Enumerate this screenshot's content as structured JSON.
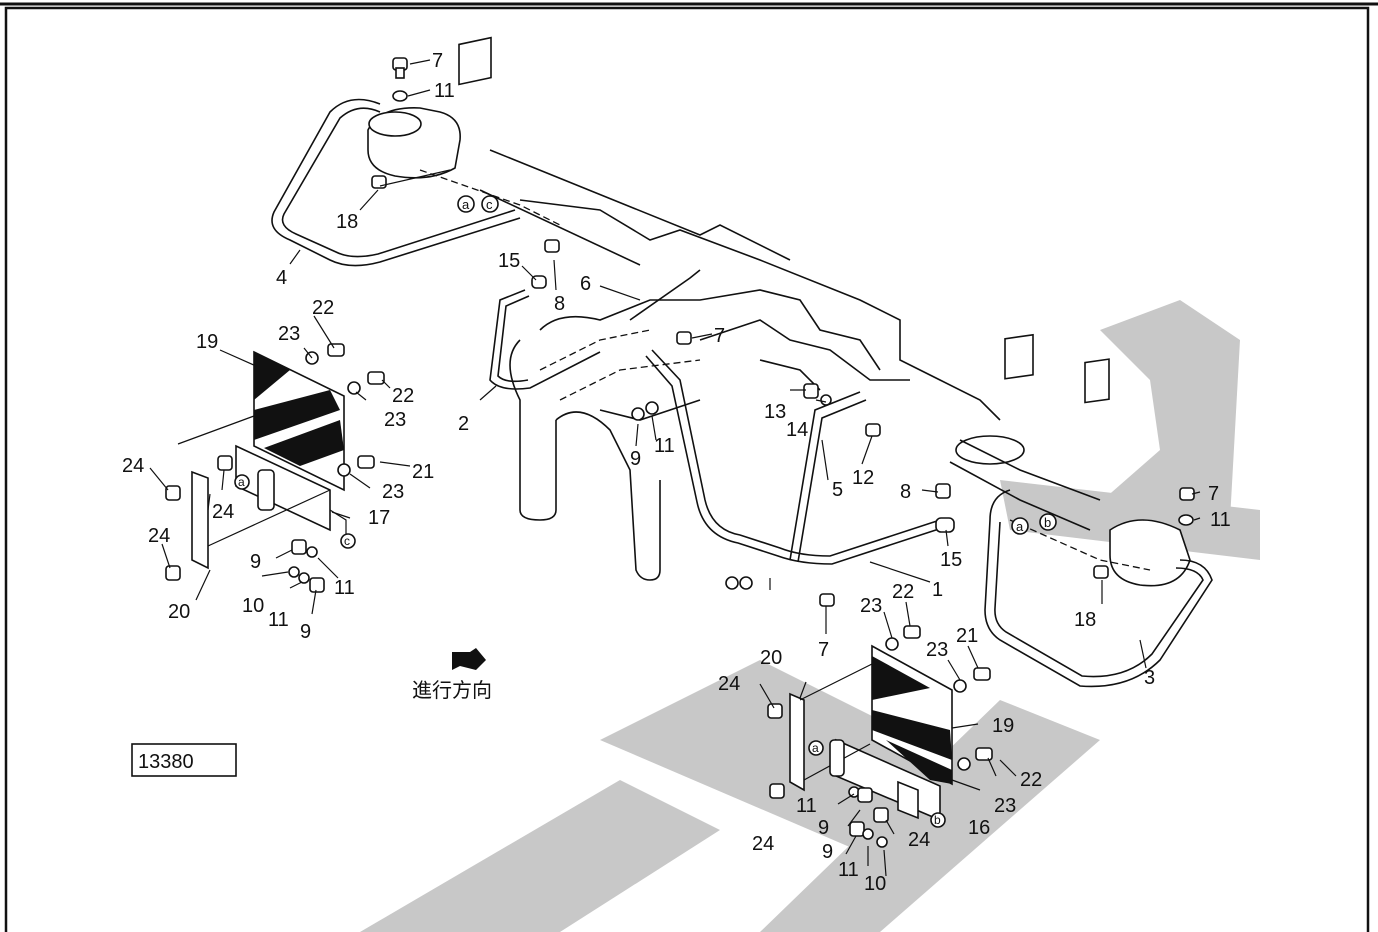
{
  "diagram_number": "13380",
  "direction_label": "進行方向",
  "labels": [
    {
      "id": "c1",
      "text": "7"
    },
    {
      "id": "c2",
      "text": "11"
    },
    {
      "id": "c3",
      "text": "18"
    },
    {
      "id": "c4",
      "text": "4"
    },
    {
      "id": "c5",
      "text": "15"
    },
    {
      "id": "c6",
      "text": "8"
    },
    {
      "id": "c7",
      "text": "6"
    },
    {
      "id": "c8",
      "text": "7"
    },
    {
      "id": "c9",
      "text": "2"
    },
    {
      "id": "c10",
      "text": "9"
    },
    {
      "id": "c11",
      "text": "11"
    },
    {
      "id": "c12",
      "text": "13"
    },
    {
      "id": "c13",
      "text": "14"
    },
    {
      "id": "c14",
      "text": "12"
    },
    {
      "id": "c15",
      "text": "5"
    },
    {
      "id": "c16",
      "text": "8"
    },
    {
      "id": "c17",
      "text": "15"
    },
    {
      "id": "c18",
      "text": "1"
    },
    {
      "id": "c19",
      "text": "7"
    },
    {
      "id": "c20",
      "text": "7"
    },
    {
      "id": "c21",
      "text": "11"
    },
    {
      "id": "c22",
      "text": "18"
    },
    {
      "id": "c23",
      "text": "3"
    },
    {
      "id": "l1",
      "text": "22"
    },
    {
      "id": "l2",
      "text": "23"
    },
    {
      "id": "l3",
      "text": "19"
    },
    {
      "id": "l4",
      "text": "22"
    },
    {
      "id": "l5",
      "text": "23"
    },
    {
      "id": "l6",
      "text": "24"
    },
    {
      "id": "l7",
      "text": "24"
    },
    {
      "id": "l8",
      "text": "21"
    },
    {
      "id": "l9",
      "text": "23"
    },
    {
      "id": "l10",
      "text": "17"
    },
    {
      "id": "l11",
      "text": "24"
    },
    {
      "id": "l12",
      "text": "9"
    },
    {
      "id": "l13",
      "text": "11"
    },
    {
      "id": "l14",
      "text": "10"
    },
    {
      "id": "l15",
      "text": "11"
    },
    {
      "id": "l16",
      "text": "9"
    },
    {
      "id": "l17",
      "text": "20"
    },
    {
      "id": "r1",
      "text": "23"
    },
    {
      "id": "r2",
      "text": "22"
    },
    {
      "id": "r3",
      "text": "20"
    },
    {
      "id": "r4",
      "text": "23"
    },
    {
      "id": "r5",
      "text": "21"
    },
    {
      "id": "r6",
      "text": "24"
    },
    {
      "id": "r7",
      "text": "19"
    },
    {
      "id": "r8",
      "text": "22"
    },
    {
      "id": "r9",
      "text": "23"
    },
    {
      "id": "r10",
      "text": "11"
    },
    {
      "id": "r11",
      "text": "9"
    },
    {
      "id": "r12",
      "text": "16"
    },
    {
      "id": "r13",
      "text": "24"
    },
    {
      "id": "r14",
      "text": "9"
    },
    {
      "id": "r15",
      "text": "11"
    },
    {
      "id": "r16",
      "text": "10"
    },
    {
      "id": "r17",
      "text": "24"
    }
  ],
  "circle_marks": [
    {
      "id": "m1",
      "text": "a"
    },
    {
      "id": "m2",
      "text": "c"
    },
    {
      "id": "m3",
      "text": "a"
    },
    {
      "id": "m4",
      "text": "c"
    },
    {
      "id": "m5",
      "text": "a"
    },
    {
      "id": "m6",
      "text": "b"
    },
    {
      "id": "m7",
      "text": "a"
    },
    {
      "id": "m8",
      "text": "b"
    }
  ]
}
